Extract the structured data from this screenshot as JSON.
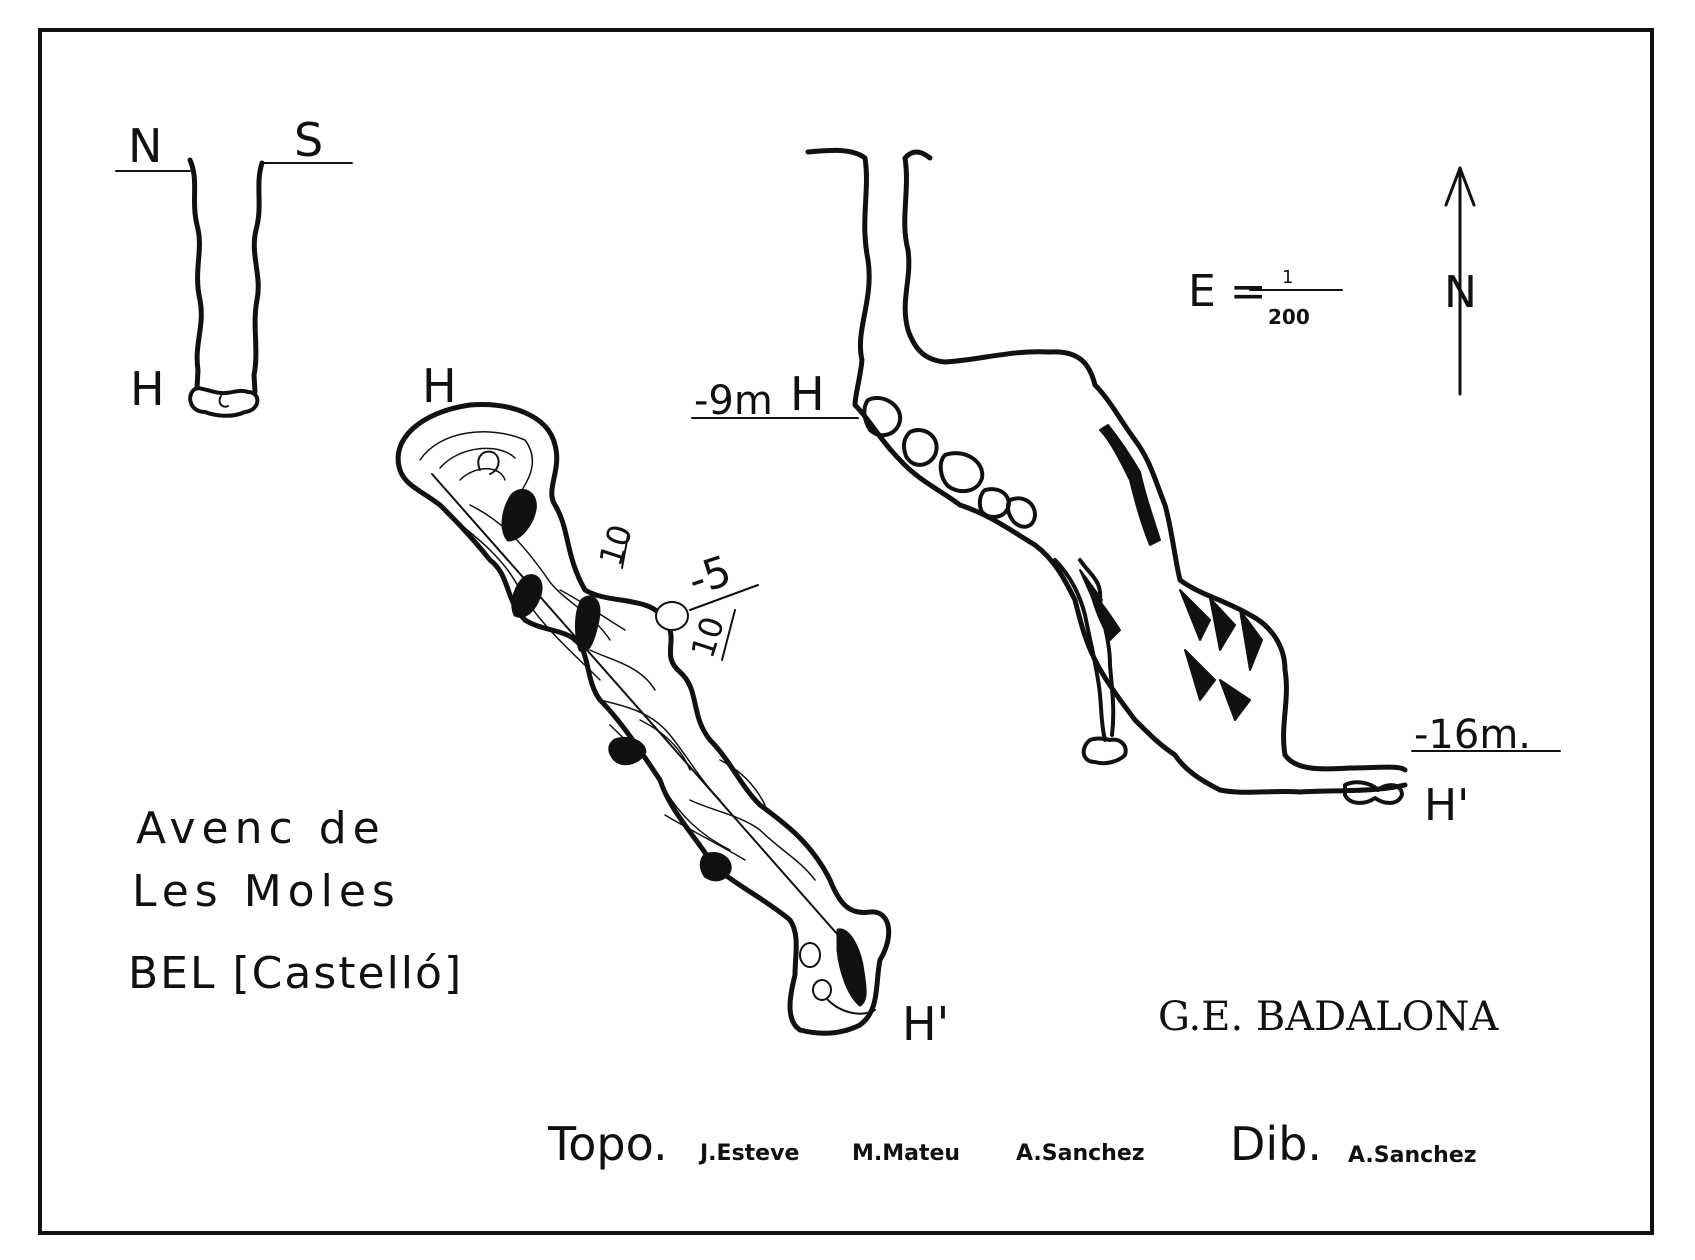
{
  "section_ns": {
    "north_label": "N",
    "south_label": "S",
    "point_label": "H"
  },
  "plan": {
    "point_start": "H",
    "point_end": "H'",
    "contour_label_a": "10",
    "contour_label_b": "10",
    "depth_label": "-5"
  },
  "section_long": {
    "top_depth": "-9m",
    "top_point": "H",
    "bottom_depth": "-16m.",
    "bottom_point": "H'"
  },
  "scale": {
    "prefix": "E =",
    "numerator": "1",
    "denominator": "200"
  },
  "north_arrow": {
    "label": "N"
  },
  "title": {
    "line1": "Avenc de",
    "line2": "Les Moles",
    "line3": "BEL [Castelló]"
  },
  "org": "G.E. BADALONA",
  "credits": {
    "topo_label": "Topo.",
    "topo_1": "J.Esteve",
    "topo_2": "M.Mateu",
    "topo_3": "A.Sanchez",
    "dib_label": "Dib.",
    "dib_1": "A.Sanchez"
  },
  "colors": {
    "ink": "#111111",
    "paper": "#ffffff"
  }
}
